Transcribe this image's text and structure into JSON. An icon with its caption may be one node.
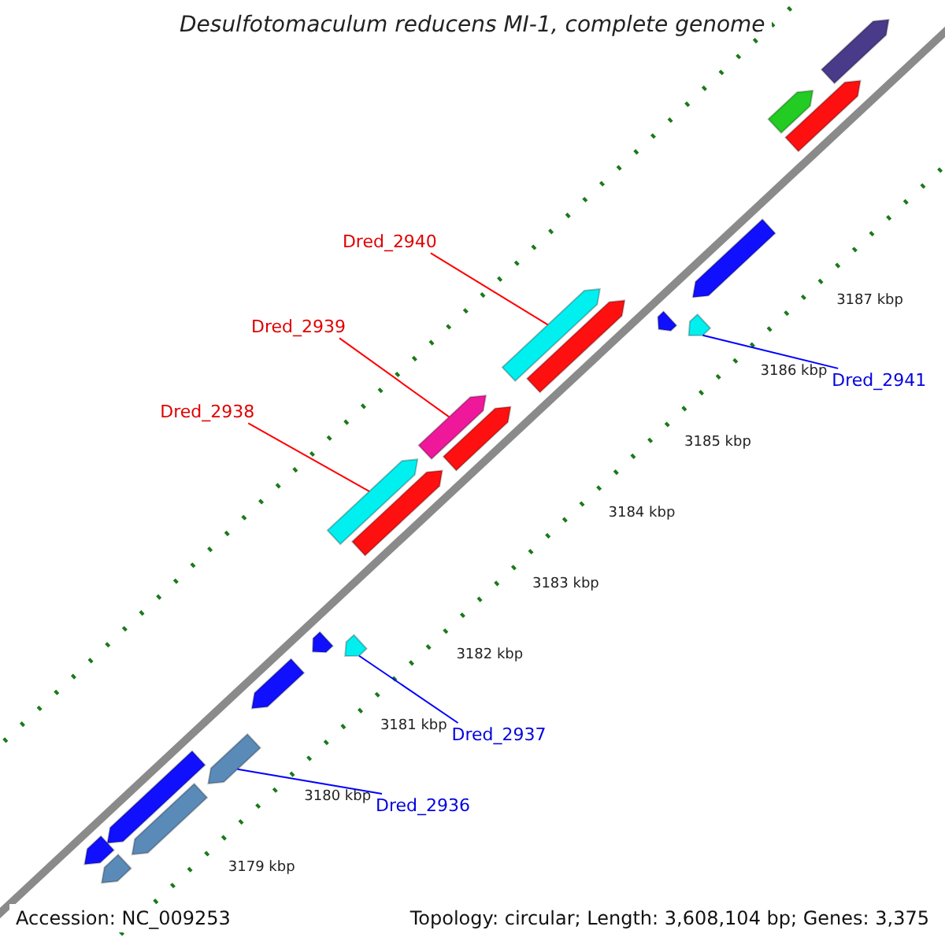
{
  "diagram": {
    "title": "Desulfotomaculum reducens MI-1, complete genome",
    "nodes": [
      {
        "text": [
          "Dred_2940"
        ]
      },
      {
        "text": [
          "Dred_2941"
        ]
      },
      {
        "text": [
          "Dred_2939"
        ]
      },
      {
        "text": [
          "Dred_2938"
        ]
      },
      {
        "text": [
          "Dred_2937"
        ]
      },
      {
        "text": [
          "Dred_2936"
        ]
      },
      {
        "text": [],
        "shape": "bar"
      },
      {
        "text": [],
        "shape": "bar"
      },
      {
        "text": [],
        "shape": "bar"
      },
      {
        "text": [],
        "shape": "bar"
      },
      {
        "text": [],
        "shape": "bar"
      },
      {
        "text": [],
        "shape": "bar"
      }
    ],
    "edges": [
      {
        "from": 0,
        "to": 6,
        "arrow": "none",
        "color": "#ff0000"
      },
      {
        "from": 1,
        "to": 7,
        "arrow": "none",
        "color": "#0000ff"
      },
      {
        "from": 2,
        "to": 8,
        "arrow": "none",
        "color": "#ff0000"
      },
      {
        "from": 3,
        "to": 9,
        "arrow": "none",
        "color": "#ff0000"
      },
      {
        "from": 4,
        "to": 10,
        "arrow": "none",
        "color": "#0000ff"
      },
      {
        "from": 5,
        "to": 11,
        "arrow": "none",
        "color": "#0000ff"
      }
    ],
    "labels": [
      "3187 kbp",
      "3186 kbp",
      "3185 kbp",
      "3184 kbp",
      "3183 kbp",
      "3182 kbp",
      "3181 kbp",
      "3180 kbp",
      "3179 kbp",
      "Accession: NC_009253",
      "Topology: circular; Length: 3,608,104 bp; Genes: 3,375"
    ]
  }
}
